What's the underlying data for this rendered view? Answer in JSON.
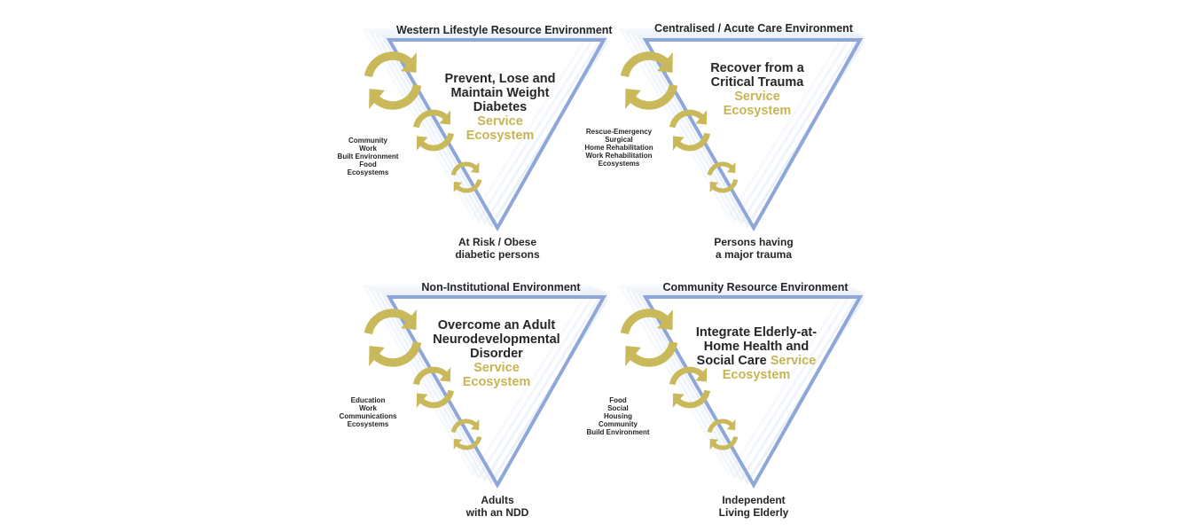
{
  "colors": {
    "triangle_stroke": "#8ea6d8",
    "triangle_ghost": "#e3ecf6",
    "cycle_arrow": "#c9b95a",
    "text": "#262626",
    "service_text": "#c7b553"
  },
  "icons": [
    "cycle-arrows-icon"
  ],
  "panels": [
    {
      "environment": "Western Lifestyle Resource Environment",
      "title_lines": [
        "Prevent, Lose and",
        "Maintain Weight",
        "Diabetes"
      ],
      "service_lines": [
        "Service",
        "Ecosystem"
      ],
      "ecosystems": [
        "Community",
        "Work",
        "Built Environment",
        "Food",
        "Ecosystems"
      ],
      "bottom_lines": [
        "At Risk / Obese",
        "diabetic persons"
      ]
    },
    {
      "environment": "Centralised / Acute Care Environment",
      "title_lines": [
        "Recover from a",
        "Critical Trauma"
      ],
      "service_lines": [
        "Service",
        "Ecosystem"
      ],
      "ecosystems": [
        "Rescue-Emergency",
        "Surgical",
        "Home Rehabilitation",
        "Work Rehabilitation",
        "Ecosystems"
      ],
      "bottom_lines": [
        "Persons having",
        "a major trauma"
      ]
    },
    {
      "environment": "Non-Institutional Environment",
      "title_lines": [
        "Overcome an Adult",
        "Neurodevelopmental",
        "Disorder"
      ],
      "service_lines": [
        "Service",
        "Ecosystem"
      ],
      "ecosystems": [
        "Education",
        "Work",
        "Communications",
        "Ecosystems"
      ],
      "bottom_lines": [
        "Adults",
        "with an NDD"
      ]
    },
    {
      "environment": "Community Resource Environment",
      "title_lines": [
        "Integrate Elderly-at-",
        "Home Health and",
        "Social Care"
      ],
      "service_inline": "Service",
      "service_lines": [
        "Ecosystem"
      ],
      "ecosystems": [
        "Food",
        "Social",
        "Housing",
        "Community",
        "Build Environment"
      ],
      "bottom_lines": [
        "Independent",
        "Living Elderly"
      ]
    }
  ]
}
